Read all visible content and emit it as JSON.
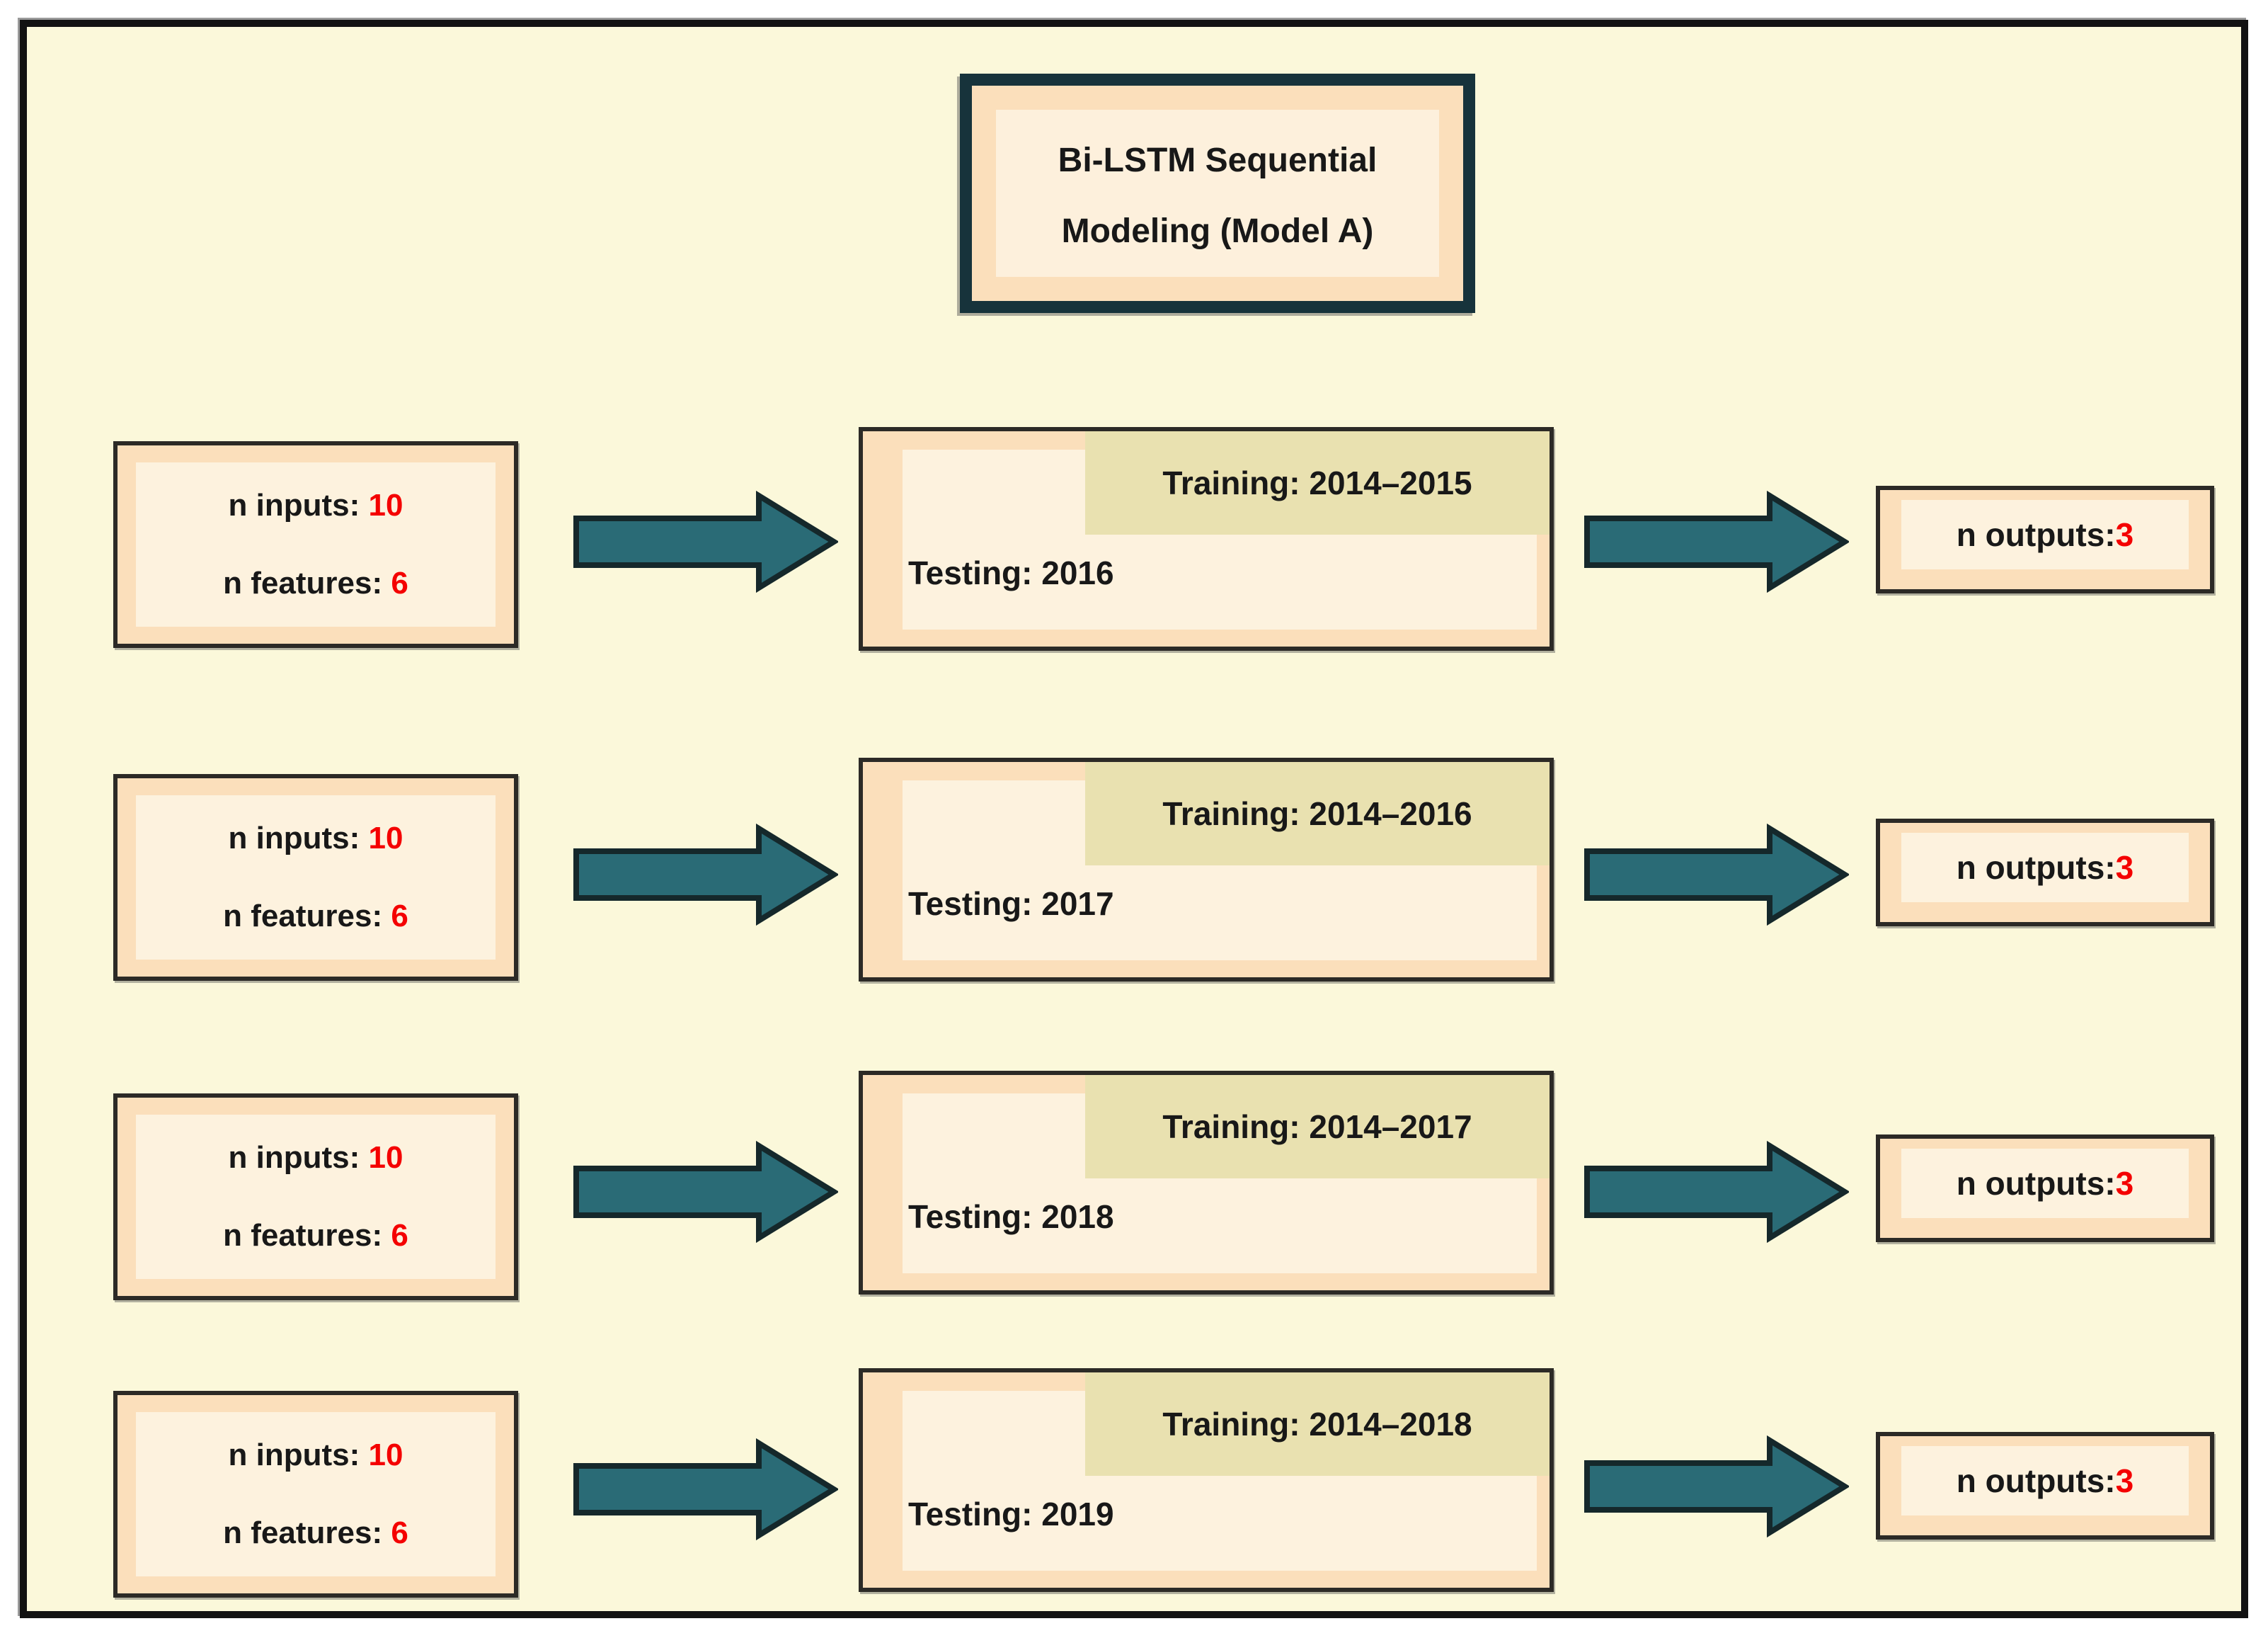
{
  "title": {
    "line1": "Bi-LSTM Sequential",
    "line2": "Modeling (Model A)"
  },
  "colors": {
    "canvas_background": "#fbf8da",
    "box_fill": "#fbdfbb",
    "box_inner_fill": "#fdf2de",
    "training_band": "#e9e1b0",
    "arrow_fill": "#2a6b76",
    "title_border": "#17333b",
    "value_red": "#f40000",
    "text_black": "#181818"
  },
  "rows": [
    {
      "input": {
        "inputs_label": "n inputs: ",
        "inputs_value": "10",
        "features_label": "n features: ",
        "features_value": "6"
      },
      "training_label": "Training: ",
      "training_value": "2014–2015",
      "testing_label": "Testing: ",
      "testing_value": "2016",
      "output_label": "n outputs:",
      "output_value": "3"
    },
    {
      "input": {
        "inputs_label": "n inputs: ",
        "inputs_value": "10",
        "features_label": "n features: ",
        "features_value": "6"
      },
      "training_label": "Training: ",
      "training_value": "2014–2016",
      "testing_label": "Testing: ",
      "testing_value": "2017",
      "output_label": "n outputs:",
      "output_value": "3"
    },
    {
      "input": {
        "inputs_label": "n inputs: ",
        "inputs_value": "10",
        "features_label": "n features: ",
        "features_value": "6"
      },
      "training_label": "Training: ",
      "training_value": "2014–2017",
      "testing_label": "Testing: ",
      "testing_value": "2018",
      "output_label": "n outputs:",
      "output_value": "3"
    },
    {
      "input": {
        "inputs_label": "n inputs: ",
        "inputs_value": "10",
        "features_label": "n features: ",
        "features_value": "6"
      },
      "training_label": "Training: ",
      "training_value": "2014–2018",
      "testing_label": "Testing: ",
      "testing_value": "2019",
      "output_label": "n outputs:",
      "output_value": "3"
    }
  ]
}
